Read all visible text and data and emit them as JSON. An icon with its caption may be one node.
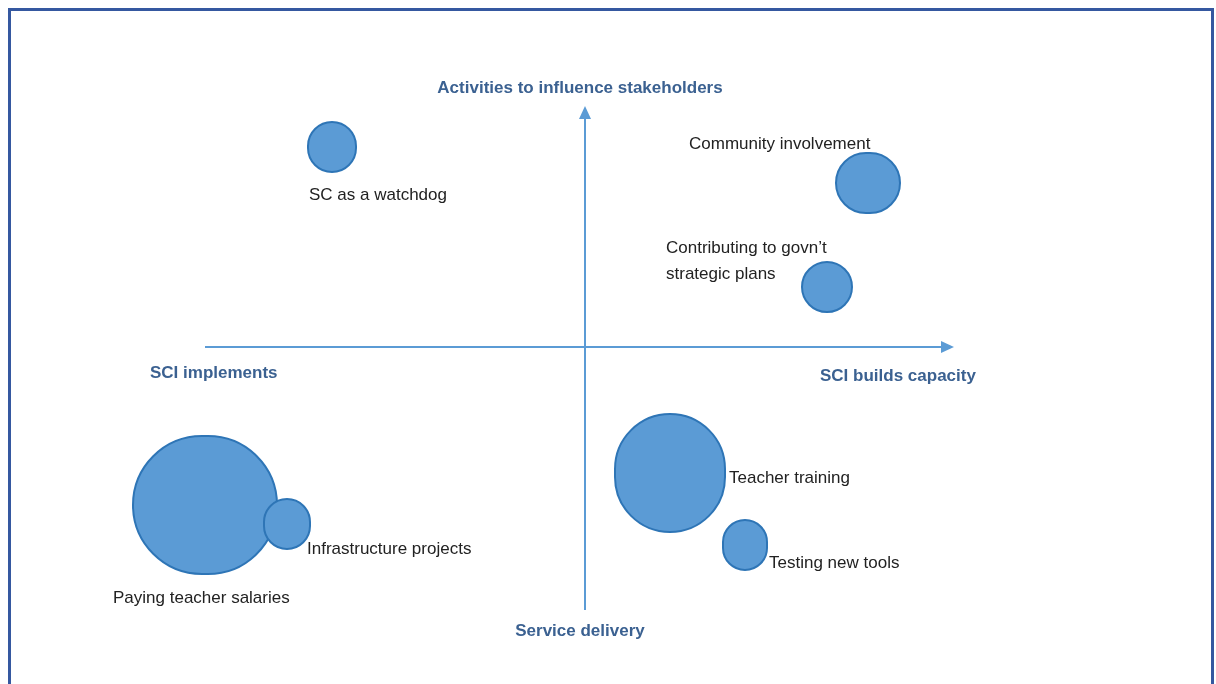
{
  "diagram": {
    "nodes": [
      {
        "text": [],
        "shape": "circle",
        "beside": [
          "SC as a watchdog"
        ]
      },
      {
        "text": [],
        "shape": "circle",
        "beside": [
          "Community involvement"
        ]
      },
      {
        "text": [],
        "shape": "circle",
        "beside": [
          "Contributing to govn’t strategic plans"
        ]
      },
      {
        "text": [],
        "shape": "circle",
        "beside": [
          "Teacher training"
        ]
      },
      {
        "text": [],
        "shape": "circle",
        "beside": [
          "Paying teacher salaries"
        ]
      },
      {
        "text": [],
        "shape": "circle",
        "beside": [
          "Infrastructure projects"
        ]
      },
      {
        "text": [],
        "shape": "circle",
        "beside": [
          "Testing new tools"
        ]
      }
    ],
    "labels": [
      "Activities to influence stakeholders",
      "SCI implements",
      "SCI builds capacity",
      "Service delivery"
    ]
  }
}
